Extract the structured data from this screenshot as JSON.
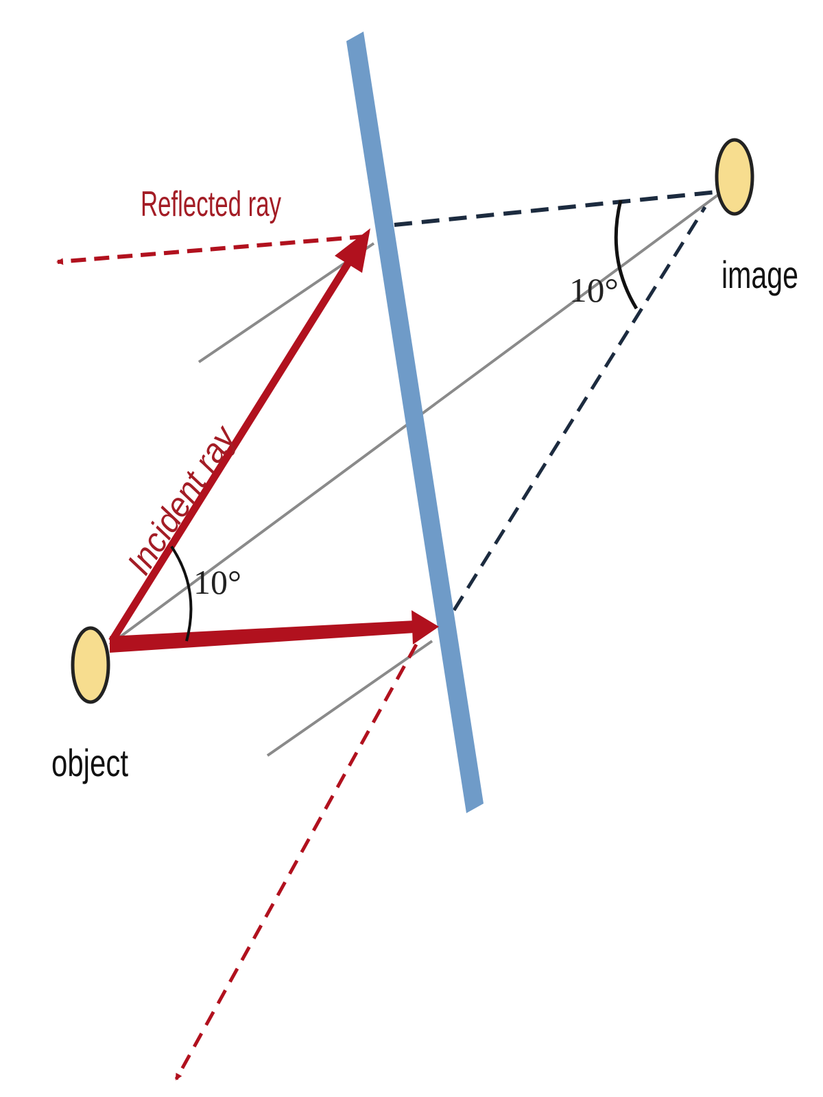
{
  "diagram": {
    "labels": {
      "reflected_ray": "Reflected ray",
      "incident_ray": "Incident ray",
      "angle_object": "10°",
      "angle_image": "10°",
      "object": "object",
      "image": "image"
    },
    "colors": {
      "mirror": "#6f9bc8",
      "ray": "#b1111e",
      "ray_label": "#a31c25",
      "virtual_line": "#1c2b3f",
      "normal_line": "#8a8a8a",
      "point_fill": "#f7dd8f",
      "point_stroke": "#222222"
    }
  }
}
